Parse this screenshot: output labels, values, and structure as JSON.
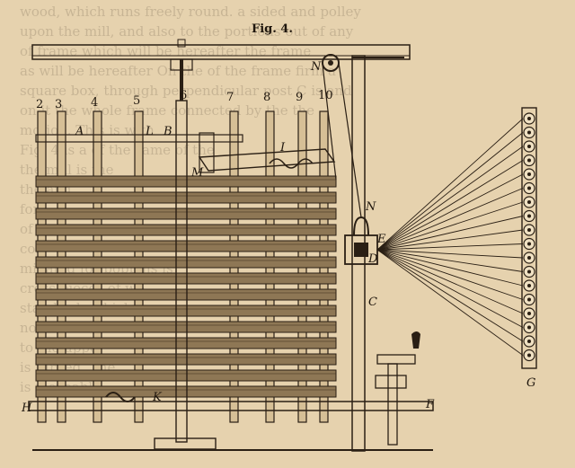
{
  "figure": {
    "title": "Fig. 4.",
    "labels": {
      "A": "A",
      "B": "B",
      "L": "L",
      "I": "I",
      "M": "M",
      "N_top": "N",
      "N_mid": "N",
      "E": "E",
      "D": "D",
      "C": "C",
      "H": "H",
      "K": "K",
      "F": "F",
      "G": "G"
    },
    "numbers": [
      "2",
      "3",
      "4",
      "5",
      "6",
      "7",
      "8",
      "9",
      "10"
    ]
  },
  "background_text": [
    "wood, which runs freely round.     a sided and polley",
    "upon the mill, and also to the portions out of any",
    "of frame which        will be hereafter           the frame",
    "as will be hereafter     On the      of the frame firm a",
    "square box, through          perpendicular post C is      and",
    "on it the whole frame         connected by the          the",
    "motion.     This is                                     with",
    "         Fig. 4 is a               of the same of the",
    "             the mill is                              the",
    "               the                                      and",
    "                                                         for",
    "                                                          of",
    "                                                         con-",
    "minated for bobbins    is                         ",
    "        cross pieces of wo                         ",
    "standards which                                    ",
    "not too smooth for                                 ",
    "to the upper                                       ",
    "is turned.    The                                  ",
    "is moveable."
  ],
  "colors": {
    "paper": "#e6d2ae",
    "ink": "#2a1f14"
  }
}
